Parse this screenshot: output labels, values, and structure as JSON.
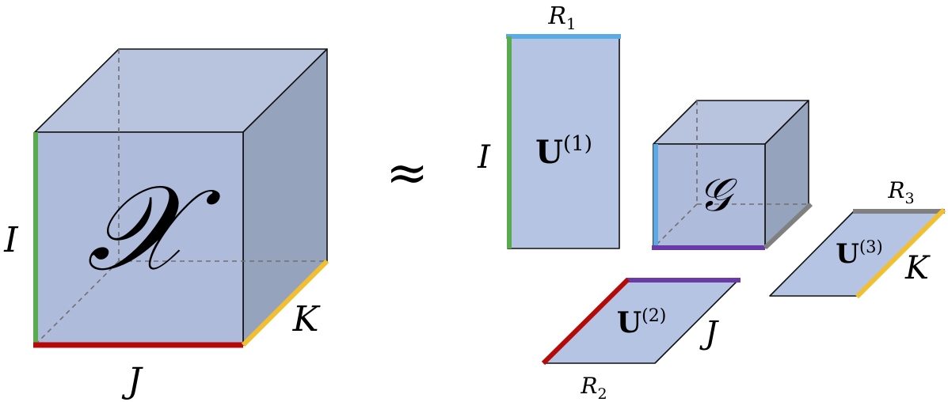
{
  "diagram": {
    "tensor": {
      "symbol": "𝒳",
      "dim_i": "I",
      "dim_j": "J",
      "dim_k": "K"
    },
    "approx": "≈",
    "factor1": {
      "matrix": "U",
      "superscript": "(1)",
      "rank": "R",
      "rank_sub": "1",
      "dim": "I"
    },
    "core": {
      "symbol": "𝒢"
    },
    "factor2": {
      "matrix": "U",
      "superscript": "(2)",
      "rank": "R",
      "rank_sub": "2",
      "dim": "J"
    },
    "factor3": {
      "matrix": "U",
      "superscript": "(3)",
      "rank": "R",
      "rank_sub": "3",
      "dim": "K"
    }
  },
  "colors": {
    "face_front": "#a8b6d8",
    "face_top": "#b8c4de",
    "face_side": "#96a3bd",
    "mode_i": "#5aaa4e",
    "mode_j": "#b40a0a",
    "mode_k": "#f0c030",
    "rank_1": "#5aaae6",
    "rank_2": "#6a3aa8",
    "rank_3": "#808080"
  }
}
